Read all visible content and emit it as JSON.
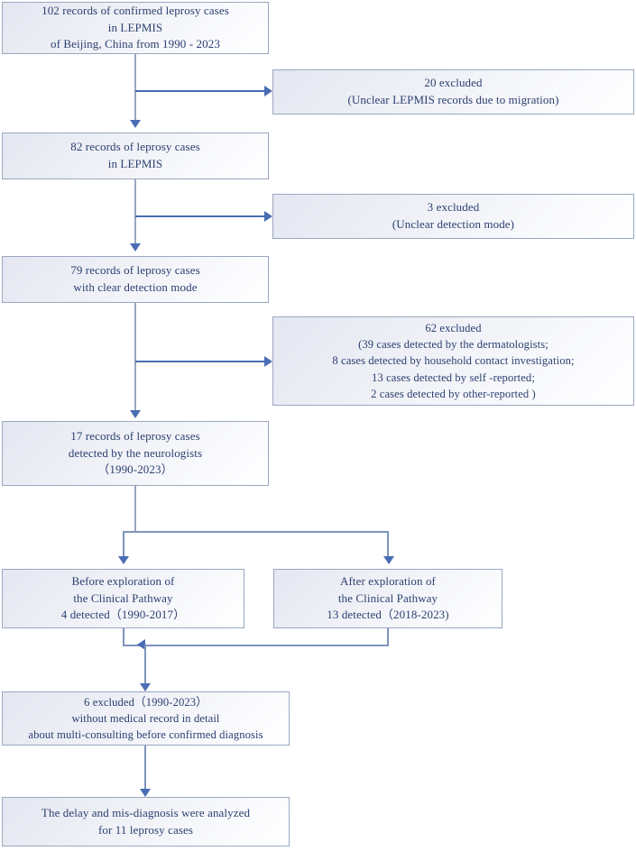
{
  "diagram": {
    "title": "Leprosy case selection flowchart",
    "colors": {
      "text": "#2b3f70",
      "border": "#9aa7c0",
      "arrow": "#4a6cb3",
      "line": "#7f93bc",
      "box_fill_start": "#e4e7f1",
      "box_fill_end": "#ffffff",
      "background": "#ffffff"
    },
    "nodes": {
      "n1_records_total": {
        "lines": [
          "102 records of confirmed leprosy cases",
          "in LEPMIS",
          "of Beijing, China from 1990 - 2023"
        ]
      },
      "n2_excluded_20": {
        "lines": [
          "20 excluded",
          "(Unclear LEPMIS records due to migration)"
        ]
      },
      "n3_records_82": {
        "lines": [
          "82 records of leprosy cases",
          "in LEPMIS"
        ]
      },
      "n4_excluded_3": {
        "lines": [
          "3 excluded",
          "(Unclear detection mode)"
        ]
      },
      "n5_records_79": {
        "lines": [
          "79 records of leprosy cases",
          "with clear detection mode"
        ]
      },
      "n6_excluded_62": {
        "lines": [
          "62 excluded",
          "(39 cases detected by the dermatologists;",
          "8 cases detected by household contact investigation;",
          "13 cases detected by self -reported;",
          "2 cases detected by other-reported )"
        ]
      },
      "n7_records_17": {
        "lines": [
          "17 records of leprosy cases",
          "detected by the neurologists",
          "（1990-2023）"
        ]
      },
      "n8_before_pathway": {
        "lines": [
          "Before exploration of",
          "the Clinical Pathway",
          "4 detected（1990-2017）"
        ]
      },
      "n9_after_pathway": {
        "lines": [
          "After exploration of",
          "the Clinical Pathway",
          "13 detected（2018-2023)"
        ]
      },
      "n10_excluded_6": {
        "lines": [
          "6 excluded（1990-2023）",
          "without medical record in detail",
          "about multi-consulting before confirmed diagnosis"
        ]
      },
      "n11_analyzed": {
        "lines": [
          "The delay and mis-diagnosis were analyzed",
          "for 11 leprosy cases"
        ]
      }
    }
  }
}
